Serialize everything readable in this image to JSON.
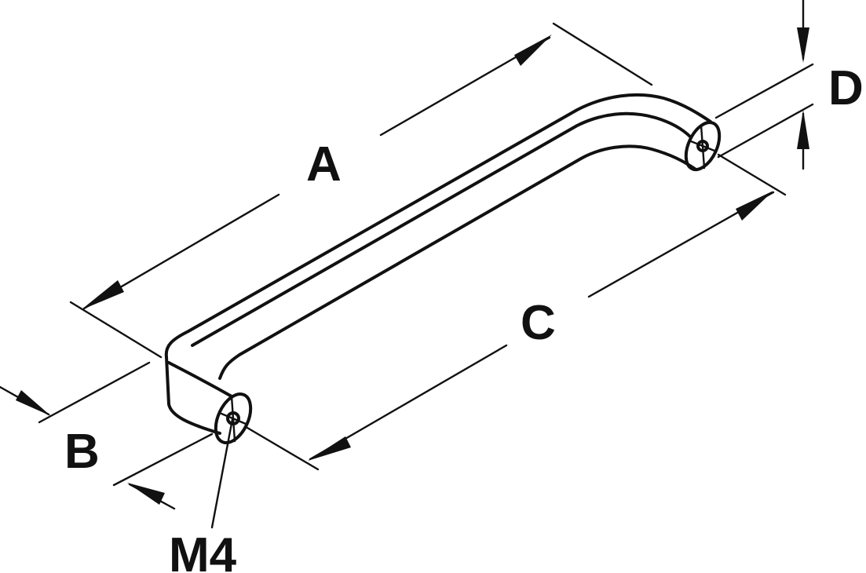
{
  "diagram": {
    "subject": "bow handle dimension drawing",
    "colors": {
      "line": "#111111",
      "background": "#ffffff"
    },
    "labels": {
      "a": "A",
      "b": "B",
      "c": "C",
      "d": "D",
      "thread": "M4"
    }
  }
}
